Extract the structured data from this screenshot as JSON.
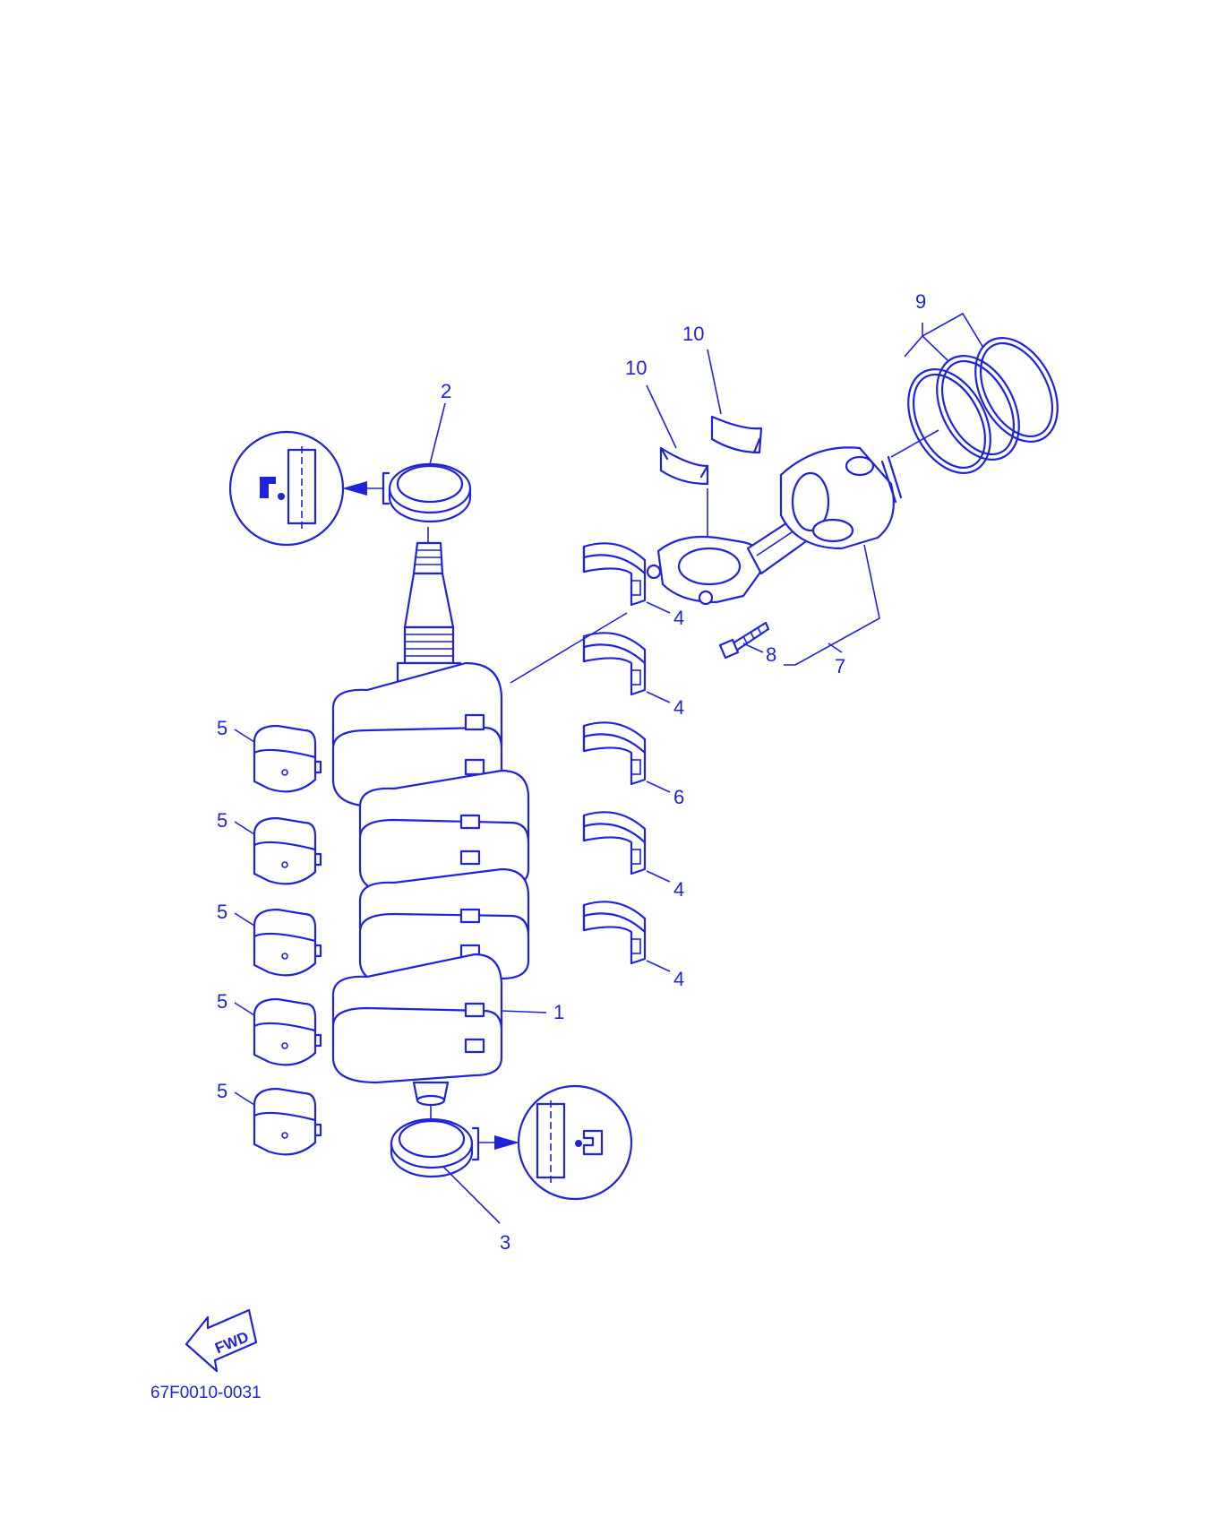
{
  "diagram": {
    "part_number_code": "67F0010-0031",
    "fwd_label": "FWD",
    "callouts": {
      "crankshaft": "1",
      "upper_oil_seal": "2",
      "lower_oil_seal": "3",
      "rod_bearing_a": "4",
      "rod_bearing_b": "4",
      "rod_bearing_c": "4",
      "rod_bearing_d": "4",
      "thrust_bearing": "6",
      "main_bearing_a": "5",
      "main_bearing_b": "5",
      "main_bearing_c": "5",
      "main_bearing_d": "5",
      "main_bearing_e": "5",
      "piston_assy": "7",
      "rod_bolt": "8",
      "piston_rings": "9",
      "pin_bearing_a": "10",
      "pin_bearing_b": "10"
    },
    "ink_color": "#1f23d9"
  }
}
